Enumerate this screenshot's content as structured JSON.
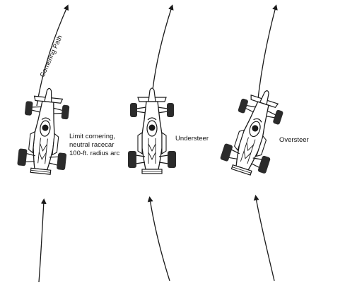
{
  "figure": {
    "path_label": "Cornering Path",
    "panels": [
      {
        "id": "neutral",
        "label_lines": [
          "Limit cornering,",
          "neutral racecar",
          "100-ft.  radius arc"
        ]
      },
      {
        "id": "understeer",
        "label_lines": [
          "Understeer"
        ]
      },
      {
        "id": "oversteer",
        "label_lines": [
          "Oversteer"
        ]
      }
    ]
  },
  "colors": {
    "ink": "#1a1a1a",
    "tire": "#2b2b2b",
    "body": "#ffffff"
  }
}
